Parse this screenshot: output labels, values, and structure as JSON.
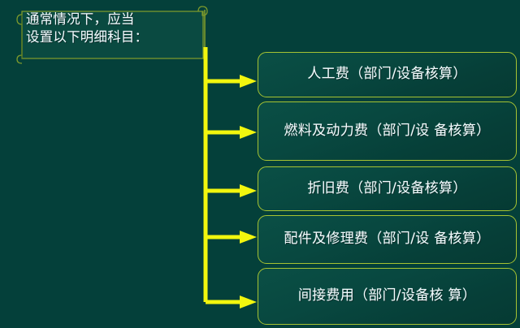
{
  "slide": {
    "background_color": "#04403a",
    "accent_color": "#f2f60e",
    "box_border_color": "#a6c332",
    "text_color": "#f4fcff"
  },
  "source_note": {
    "text": "通常情况下，应当\n设置以下明细科目：",
    "line1": "通常情况下，应当",
    "line2": "设置以下明细科目："
  },
  "nodes": [
    {
      "label": "人工费（部门/设备核算）"
    },
    {
      "label": "燃料及动力费（部门/设\n备核算）"
    },
    {
      "label": "折旧费（部门/设备核算）"
    },
    {
      "label": "配件及修理费（部门/设\n备核算）"
    },
    {
      "label": "间接费用（部门/设备核\n算）"
    }
  ]
}
